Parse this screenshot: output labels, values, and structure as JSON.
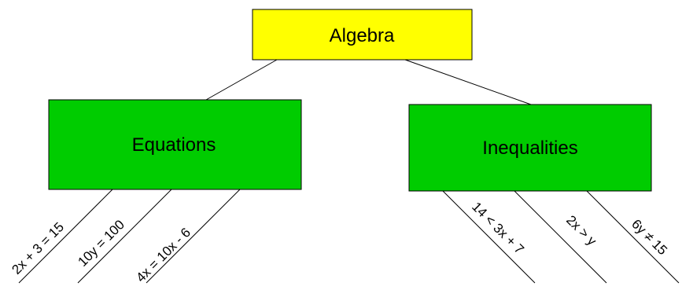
{
  "colors": {
    "root_fill": "#ffff00",
    "branch_fill": "#00cc00",
    "stroke": "#000000"
  },
  "tree": {
    "root": {
      "label": "Algebra"
    },
    "branches": [
      {
        "label": "Equations",
        "leaves": [
          {
            "label": "2x + 3 = 15"
          },
          {
            "label": "10y = 100"
          },
          {
            "label": "4x = 10x - 6"
          }
        ]
      },
      {
        "label": "Inequalities",
        "leaves": [
          {
            "label": "14 < 3x + 7"
          },
          {
            "label": "2x > y"
          },
          {
            "label": "6y ≠ 15"
          }
        ]
      }
    ]
  }
}
